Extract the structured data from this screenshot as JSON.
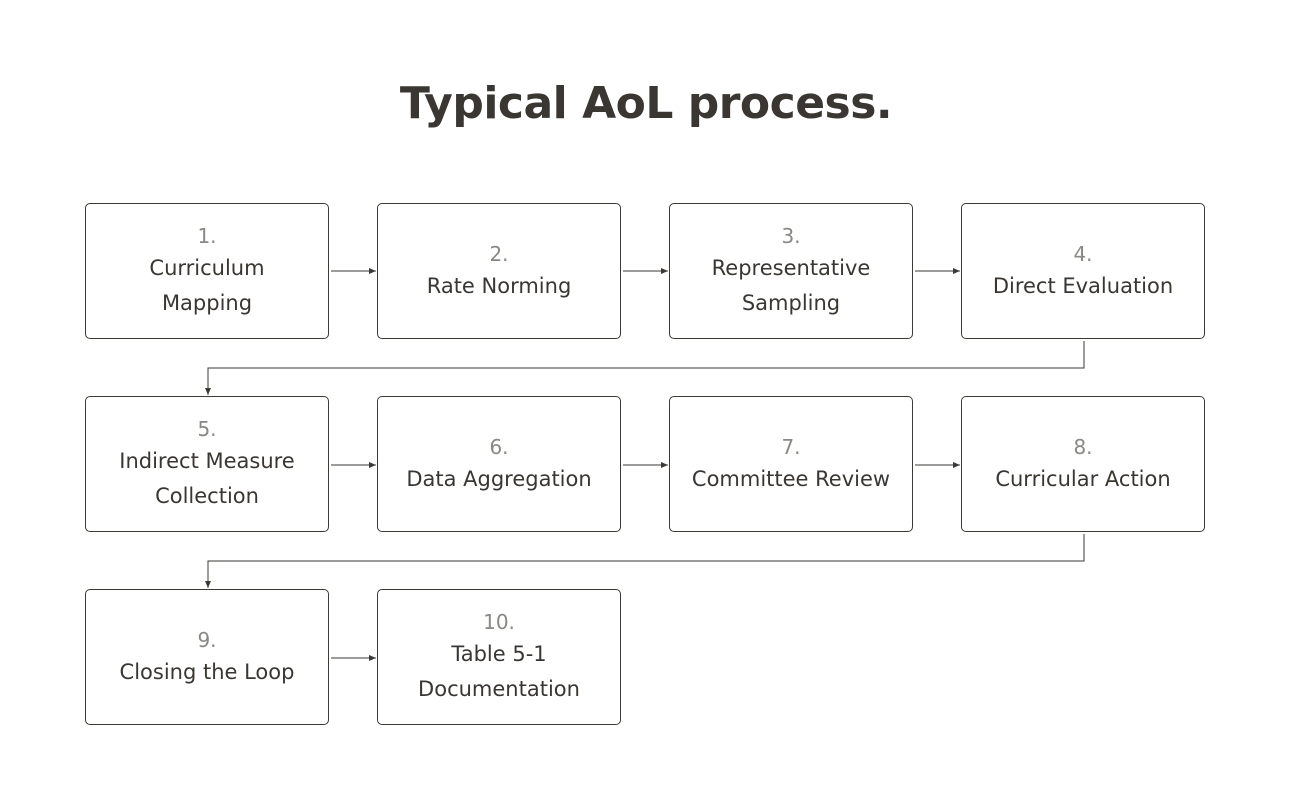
{
  "title": "Typical AoL process.",
  "steps": [
    {
      "num": "1.",
      "label": "Curriculum Mapping"
    },
    {
      "num": "2.",
      "label": "Rate Norming"
    },
    {
      "num": "3.",
      "label": "Representative Sampling"
    },
    {
      "num": "4.",
      "label": "Direct Evaluation"
    },
    {
      "num": "5.",
      "label": "Indirect Measure Collection"
    },
    {
      "num": "6.",
      "label": "Data Aggregation"
    },
    {
      "num": "7.",
      "label": "Committee Review"
    },
    {
      "num": "8.",
      "label": "Curricular Action"
    },
    {
      "num": "9.",
      "label": "Closing the Loop"
    },
    {
      "num": "10.",
      "label": "Table 5-1 Documentation"
    }
  ],
  "colors": {
    "title": "#3a3631",
    "box_border": "#3d3a36",
    "number": "#8a8884",
    "label": "#3a3631",
    "arrow": "#3d3a36"
  }
}
